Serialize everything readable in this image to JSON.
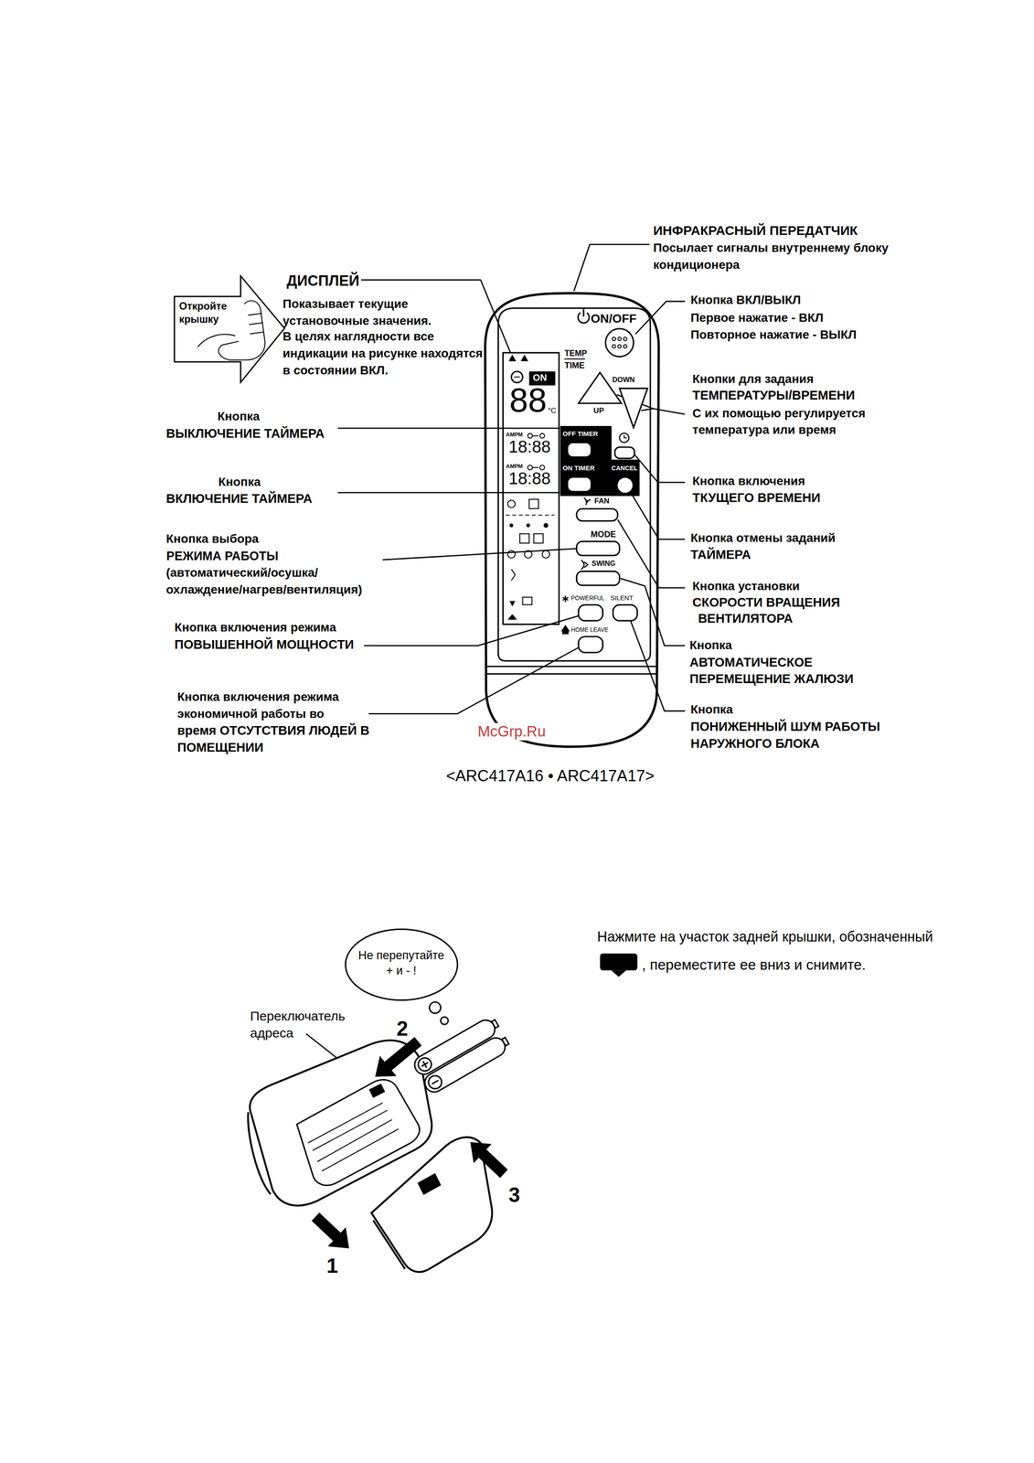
{
  "diagram": {
    "caption": "<ARC417A16 • ARC417A17>",
    "nodes": [
      {
        "text": [
          "Откройте крышку"
        ]
      },
      {
        "text": [
          "ON/OFF",
          "TEMP",
          "TIME",
          "UP",
          "DOWN",
          "FAN",
          "MODE",
          "SWING",
          "POWERFUL",
          "SILENT",
          "HOME LEAVE"
        ]
      },
      {
        "text": [
          "ON",
          "88",
          "°C",
          "AMPM",
          "18:88",
          "AMPM",
          "18:88"
        ],
        "in": 1
      },
      {
        "text": [
          "OFF TIMER",
          "ON TIMER",
          "CANCEL"
        ],
        "in": 1
      },
      {
        "text": [
          "Не перепутайте + и - !"
        ]
      }
    ],
    "labels": [
      "ИНФРАКРАСНЫЙ ПЕРЕДАТЧИК",
      "Посылает сигналы внутреннему блоку кондиционера",
      "ДИСПЛЕЙ",
      "Показывает текущие установочные значения.",
      "В целях наглядности все индикации на рисунке находятся в состоянии ВКЛ.",
      "Кнопка ВКЛ/ВЫКЛ",
      "Первое нажатие - ВКЛ Повторное нажатие - ВЫКЛ",
      "Кнопки для задания",
      "ТЕМПЕРАТУРЫ/ВРЕМЕНИ",
      "С их помощью регулируется температура или время",
      "Кнопка",
      "ВЫКЛЮЧЕНИЕ ТАЙМЕРА",
      "Кнопка включения",
      "ТКУЩЕГО ВРЕМЕНИ",
      "Кнопка",
      "ВКЛЮЧЕНИЕ ТАЙМЕРА",
      "Кнопка выбора",
      "РЕЖИМА РАБОТЫ",
      "(автоматический/осушка/ охлаждение/нагрев/вентиляция)",
      "Кнопка отмены заданий",
      "ТАЙМЕРА",
      "Кнопка установки",
      "СКОРОСТИ ВРАЩЕНИЯ",
      "ВЕНТИЛЯТОРА",
      "Кнопка включения режима",
      "ПОВЫШЕННОЙ МОЩНОСТИ",
      "Кнопка",
      "АВТОМАТИЧЕСКОЕ",
      "ПЕРЕМЕЩЕНИЕ ЖАЛЮЗИ",
      "Кнопка включения режима экономичной работы во",
      "время ОТСУТСТВИЯ ЛЮДЕЙ В ПОМЕЩЕНИИ",
      "Кнопка",
      "ПОНИЖЕННЫЙ ШУМ РАБОТЫ",
      "НАРУЖНОГО БЛОКА",
      "McGrp.Ru",
      "Нажмите на участок задней крышки, обозначенный",
      ", переместите ее вниз и снимите.",
      "Переключатель адреса",
      "2",
      "3",
      "1"
    ]
  }
}
